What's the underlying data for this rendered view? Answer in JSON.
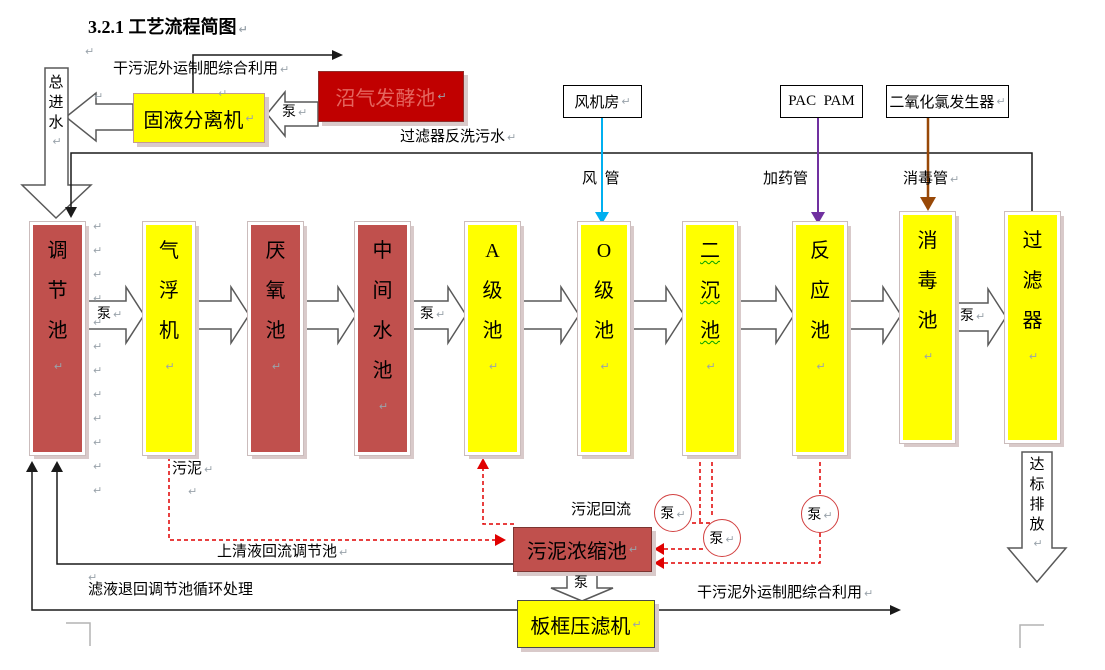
{
  "title": "3.2.1 工艺流程简图",
  "icons": {
    "pilcrow": "↵"
  },
  "colors": {
    "tank_yellow": "#FFFF00",
    "tank_red": "#C0504D",
    "biogas_red": "#C00000",
    "air_line_blue": "#00B0F0",
    "dosing_line_purple": "#7030A0",
    "disinfect_line_brown": "#984807",
    "sludge_dashed_red": "#E00000"
  },
  "pump_label": "泵",
  "top": {
    "influent": "总进水",
    "dry_sludge_reuse": "干污泥外运制肥综合利用",
    "separator": "固液分离机",
    "biogas_tank": "沼气发酵池",
    "backwash": "过滤器反洗污水",
    "fan_room": "风机房",
    "pac_pam": "PAC  PAM",
    "chlorine_dioxide_generator": "二氧化氯发生器",
    "air_pipe": "风  管",
    "dosing_pipe": "加药管",
    "disinfect_pipe": "消毒管"
  },
  "tanks": [
    {
      "label": "调节池"
    },
    {
      "label": "气浮机"
    },
    {
      "label": "厌氧池"
    },
    {
      "label": "中间水池"
    },
    {
      "label": "A级池"
    },
    {
      "label": "O级池"
    },
    {
      "label": "二沉池"
    },
    {
      "label": "反应池"
    },
    {
      "label": "消毒池"
    },
    {
      "label": "过滤器"
    }
  ],
  "bottom": {
    "sludge": "污泥",
    "sludge_return": "污泥回流",
    "thickener": "污泥浓缩池",
    "filter_press": "板框压滤机",
    "supernatant_return": "上清液回流调节池",
    "filtrate_return": "滤液退回调节池循环处理",
    "dry_sludge_reuse": "干污泥外运制肥综合利用",
    "discharge": "达标排放"
  }
}
